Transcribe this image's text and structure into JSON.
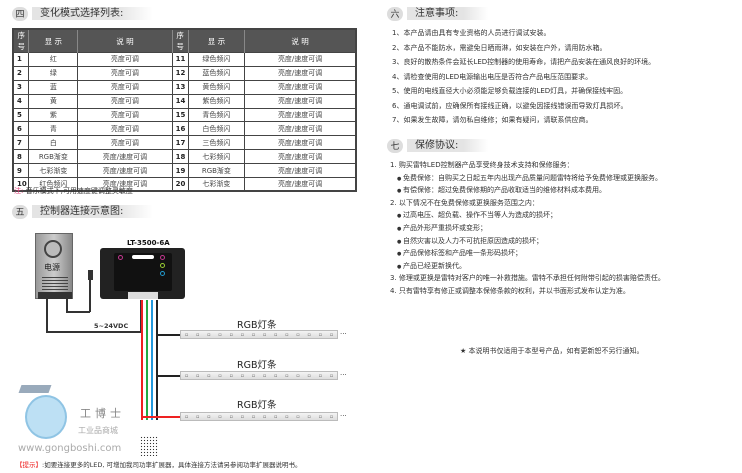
{
  "section4": {
    "num": "四",
    "title": "变化模式选择列表:"
  },
  "table": {
    "headers": [
      "序号",
      "显 示",
      "说 明",
      "序号",
      "显 示",
      "说 明"
    ],
    "rows": [
      [
        "1",
        "红",
        "亮度可调",
        "11",
        "绿色频闪",
        "亮度/速度可调"
      ],
      [
        "2",
        "绿",
        "亮度可调",
        "12",
        "蓝色频闪",
        "亮度/速度可调"
      ],
      [
        "3",
        "蓝",
        "亮度可调",
        "13",
        "黄色频闪",
        "亮度/速度可调"
      ],
      [
        "4",
        "黄",
        "亮度可调",
        "14",
        "紫色频闪",
        "亮度/速度可调"
      ],
      [
        "5",
        "紫",
        "亮度可调",
        "15",
        "青色频闪",
        "亮度/速度可调"
      ],
      [
        "6",
        "青",
        "亮度可调",
        "16",
        "白色频闪",
        "亮度/速度可调"
      ],
      [
        "7",
        "白",
        "亮度可调",
        "17",
        "三色频闪",
        "亮度/速度可调"
      ],
      [
        "8",
        "RGB渐变",
        "亮度/速度可调",
        "18",
        "七彩频闪",
        "亮度/速度可调"
      ],
      [
        "9",
        "七彩渐变",
        "亮度/速度可调",
        "19",
        "RGB渐变",
        "亮度/速度可调"
      ],
      [
        "10",
        "红色频闪",
        "亮度/速度可调",
        "20",
        "七彩渐变",
        "亮度/速度可调"
      ]
    ]
  },
  "note": {
    "label": "注:",
    "text": "音乐模式下,可用速度键调整灵敏度"
  },
  "section5": {
    "num": "五",
    "title": "控制器连接示意图:"
  },
  "diagram": {
    "psu_label": "电源",
    "controller_model": "LT-3500-6A",
    "voltage": "5~24VDC",
    "strip_label": "RGB灯条",
    "ellipsis": "···"
  },
  "logo": {
    "name": "工博士",
    "sub": "工业品商城",
    "url": "www.gongboshi.com"
  },
  "tip": {
    "label": "【提示】",
    "text": ":如要连接更多的LED, 可增加我司功率扩展器，具体连接方法请另参阅功率扩展器说明书。"
  },
  "section6": {
    "num": "六",
    "title": "注意事项:",
    "items": [
      "1、本产品请由具有专业资格的人员进行调试安装。",
      "2、本产品不能防水，需避免日晒雨淋，如安装在户外，请用防水箱。",
      "3、良好的散热条件会延长LED控制器的使用寿命，请把产品安装在通风良好的环境。",
      "4、请检查使用的LED电源输出电压是否符合产品电压范围要求。",
      "5、使用的电线直径大小必须能足够负载连接的LED灯具，并确保接线牢固。",
      "6、通电调试前，应确保所有接线正确，以避免因接线错误而导致灯具损坏。",
      "7、如果发生故障，请勿私自维修；如果有疑问，请联系供应商。"
    ]
  },
  "section7": {
    "num": "七",
    "title": "保修协议:",
    "items": [
      {
        "text": "1. 购买雷特LED控制器产品享受终身技术支持和保修服务：",
        "bullet": false
      },
      {
        "text": "免费保修：自购买之日起五年内出现产品质量问题雷特将给予免费修理或更换服务。",
        "bullet": true
      },
      {
        "text": "有偿保修：超过免费保修期的产品收取适当的维修材料成本费用。",
        "bullet": true
      },
      {
        "text": "2. 以下情况不在免费保修或更换服务范围之内：",
        "bullet": false
      },
      {
        "text": "过高电压、超负载、操作不当等人为造成的损坏；",
        "bullet": true
      },
      {
        "text": "产品外形严重损坏或变形；",
        "bullet": true
      },
      {
        "text": "自然灾害以及人力不可抗拒原因造成的损坏；",
        "bullet": true
      },
      {
        "text": "产品保修标签和产品唯一条形码损坏；",
        "bullet": true
      },
      {
        "text": "产品已经更新换代。",
        "bullet": true
      },
      {
        "text": "3. 修理或更换是雷特对客户的唯一补救措施。雷特不承担任何附带引起的损害赔偿责任。",
        "bullet": false
      },
      {
        "text": "4. 只有雷特享有修正或调整本保修条款的权利，并以书面形式发布认定为准。",
        "bullet": false
      }
    ]
  },
  "footer_note": "★ 本说明书仅适用于本型号产品，如有更新恕不另行通知。"
}
